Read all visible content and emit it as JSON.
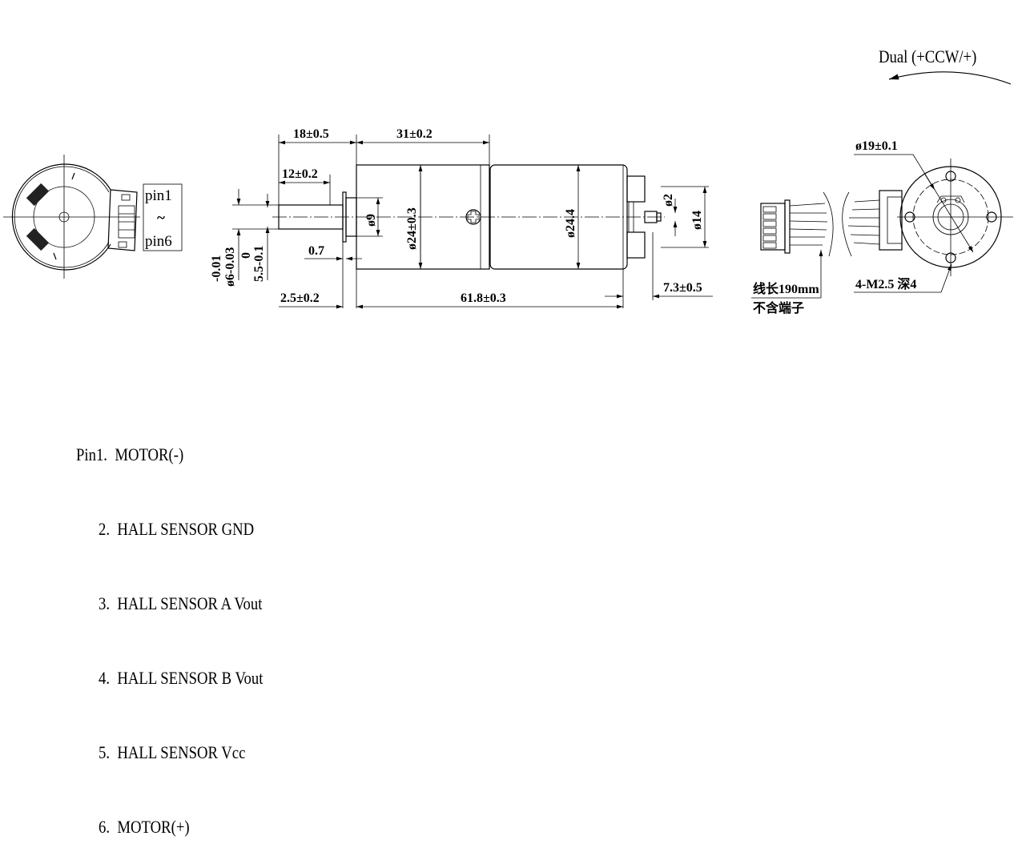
{
  "rotation": {
    "label": "Dual (+CCW/+)"
  },
  "end_view_left": {
    "pin_first": "pin1",
    "pin_range": "~",
    "pin_last": "pin6"
  },
  "side_view": {
    "dim_18": "18±0.5",
    "dim_31": "31±0.2",
    "dim_12": "12±0.2",
    "dim_shaft_dia_tol_upper": "-0.01",
    "dim_shaft_dia": "ø6-0.03",
    "dim_flat_tol_upper": "0",
    "dim_flat": "5.5-0.1",
    "dim_0_7": "0.7",
    "dim_2_5": "2.5±0.2",
    "dim_61_8": "61.8±0.3",
    "dim_7_3": "7.3±0.5",
    "dim_d9": "ø9",
    "dim_d24": "ø24±0.3",
    "dim_d24_4": "ø24.4",
    "dim_d2": "ø2",
    "dim_d14": "ø14"
  },
  "end_view_right": {
    "dim_d19": "ø19±0.1",
    "dim_holes": "4-M2.5 深4",
    "wire_length": "线长190mm",
    "wire_note": "不含端子"
  },
  "pinout": [
    {
      "num": "Pin1.",
      "label": "MOTOR(-)"
    },
    {
      "num": "2.",
      "label": "HALL SENSOR GND"
    },
    {
      "num": "3.",
      "label": "HALL SENSOR A Vout"
    },
    {
      "num": "4.",
      "label": "HALL SENSOR B Vout"
    },
    {
      "num": "5.",
      "label": "HALL SENSOR Vcc"
    },
    {
      "num": "6.",
      "label": "MOTOR(+)"
    }
  ]
}
